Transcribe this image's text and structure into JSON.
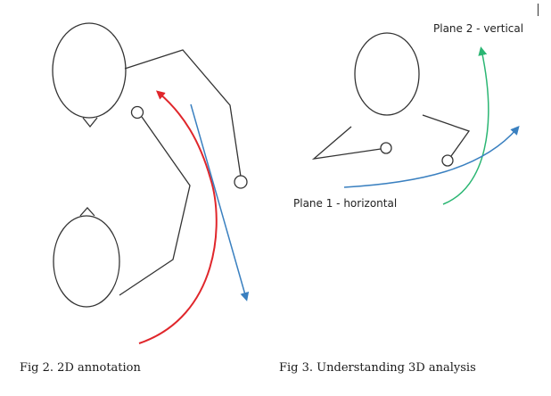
{
  "captions": {
    "fig2": "Fig 2. 2D annotation",
    "fig3": "Fig 3. Understanding 3D analysis"
  },
  "labels": {
    "plane2": "Plane 2 - vertical",
    "plane1": "Plane 1 - horizontal"
  },
  "colors": {
    "outline": "#333333",
    "red_arrow": "#e0262b",
    "blue_arrow": "#3a80c0",
    "green_arrow": "#2bb673"
  }
}
